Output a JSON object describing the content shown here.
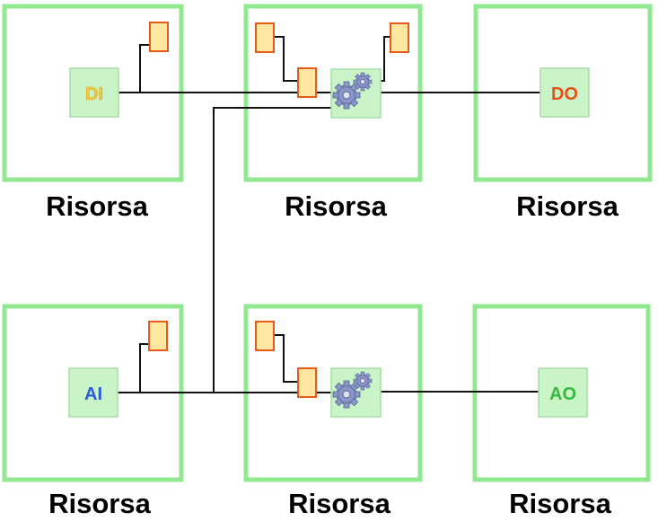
{
  "colors": {
    "frame": "#90e890",
    "node_fill": "#c8f4c8",
    "node_border": "#a8dca8",
    "port_fill": "#fde7a0",
    "port_border": "#e85a1a",
    "wire": "#111111",
    "di_text": "#f0c840",
    "do_text": "#e8501a",
    "ai_text": "#2a5ad8",
    "ao_text": "#3ab83a",
    "gear": "#8a96c8"
  },
  "resources": [
    {
      "label": "Risorsa"
    },
    {
      "label": "Risorsa"
    },
    {
      "label": "Risorsa"
    },
    {
      "label": "Risorsa"
    },
    {
      "label": "Risorsa"
    },
    {
      "label": "Risorsa"
    }
  ],
  "nodes": {
    "di": {
      "label": "DI",
      "icon": "digital-input"
    },
    "do": {
      "label": "DO",
      "icon": "digital-output"
    },
    "ai": {
      "label": "AI",
      "icon": "analog-input"
    },
    "ao": {
      "label": "AO",
      "icon": "analog-output"
    },
    "process_top": {
      "icon": "gears-icon"
    },
    "process_bottom": {
      "icon": "gears-icon"
    }
  }
}
